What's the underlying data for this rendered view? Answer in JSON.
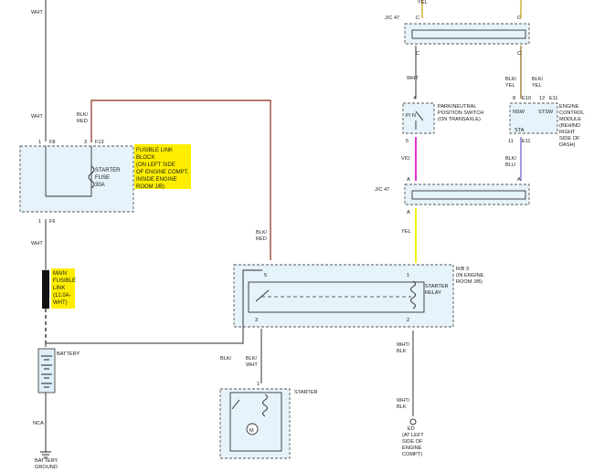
{
  "colors": {
    "box_fill": "#e6f3fb",
    "highlight": "#ffee00",
    "wire_blk_red": "#8b2a1a",
    "wire_vio": "#e000c8",
    "wire_yel": "#eeee00",
    "wire_blk_yel": "#8a6a1a",
    "wire_blk_blu": "#6a5acd"
  },
  "wires": {
    "wht_top": "WHT",
    "wht_mid": "WHT",
    "wht_lower": "WHT",
    "wht_right": "WHT",
    "blk_red_a": "BLK/",
    "blk_red_b": "RED",
    "blk": "BLK/",
    "blk_wht_a": "BLK/",
    "blk_wht_b": "WHT",
    "nca": "NCA",
    "vio": "VIO",
    "yel": "YEL",
    "yel_top": "YEL",
    "wht_blk_a": "WHT/",
    "wht_blk_b": "BLK",
    "blk_yel_a": "BLK/",
    "blk_yel_b": "YEL",
    "blk_blu_a": "BLK/",
    "blk_blu_b": "BLU"
  },
  "pins": {
    "p1": "1",
    "p2": "2",
    "p3": "3",
    "p4": "4",
    "p5": "5",
    "p8": "8",
    "p11": "11",
    "p12": "12",
    "a": "A",
    "c": "C"
  },
  "connectors": {
    "f8": "F8",
    "f13": "F13",
    "f6": "F6",
    "e10": "E10",
    "e11": "E11"
  },
  "components": {
    "fusible_link": {
      "line1": "FUSIBLE LINK",
      "line2": "BLOCK",
      "line3": "(ON LEFT SIDE",
      "line4": "OF ENGINE COMPT,",
      "line5": "INSIDE ENGINE",
      "line6": "ROOM J/B)"
    },
    "starter_fuse": {
      "line1": "STARTER",
      "line2": "FUSE",
      "line3": "30A"
    },
    "main_link": {
      "line1": "MAIN",
      "line2": "FUSIBLE",
      "line3": "LINK",
      "line4": "(12.0A-",
      "line5": "WHT)"
    },
    "battery": "BATTERY",
    "battery_ground": {
      "line1": "BATTERY",
      "line2": "GROUND"
    },
    "rb3": {
      "line1": "R/B 3",
      "line2": "(IN ENGINE",
      "line3": "ROOM J/B)"
    },
    "starter_relay": {
      "line1": "STARTER",
      "line2": "RELAY"
    },
    "starter": "STARTER",
    "motor": "M",
    "jc47": "J/C 47",
    "park_neutral": {
      "line1": "PARK/NEUTRAL",
      "line2": "POSITION SWITCH",
      "line3": "(ON TRANSAXLE)",
      "inner": "P/   N"
    },
    "ecm": {
      "line1": "ENGINE",
      "line2": "CONTROL",
      "line3": "MODULE",
      "line4": "(BEHIND",
      "line5": "RIGHT",
      "line6": "SIDE OF",
      "line7": "DASH)",
      "nsw": "NSW",
      "stsw": "STSW",
      "sta": "STA"
    },
    "ed": {
      "line1": "ED",
      "line2": "(AT LEFT",
      "line3": "SIDE OF",
      "line4": "ENGINE",
      "line5": "COMPT)"
    }
  }
}
